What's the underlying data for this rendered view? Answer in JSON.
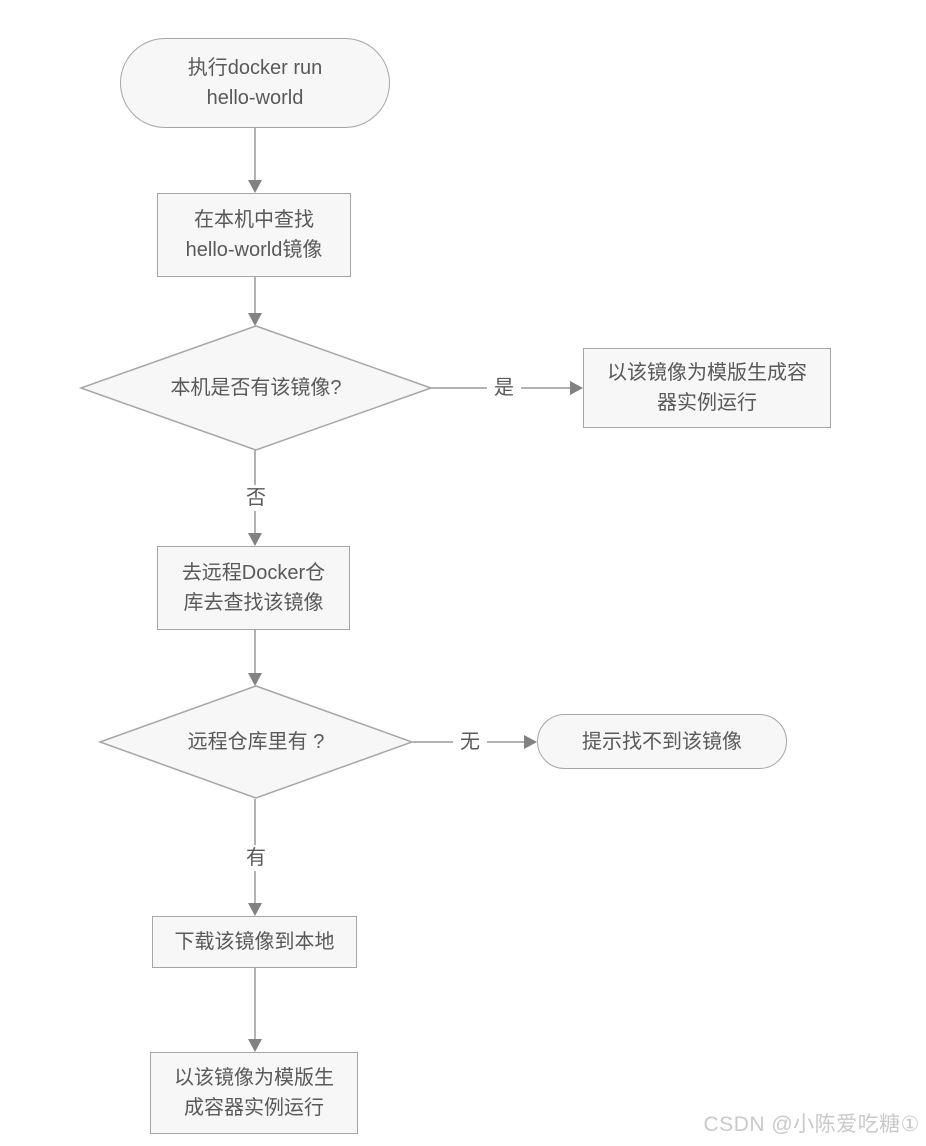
{
  "diagram": {
    "type": "flowchart",
    "nodes": {
      "start": {
        "shape": "stadium",
        "label": "执行docker run\nhello-world"
      },
      "find_local": {
        "shape": "rect",
        "label": "在本机中查找\nhello-world镜像"
      },
      "local_check": {
        "shape": "diamond",
        "label": "本机是否有该镜像?"
      },
      "run_from_image": {
        "shape": "rect",
        "label": "以该镜像为模版生成容\n器实例运行"
      },
      "search_remote": {
        "shape": "rect",
        "label": "去远程Docker仓\n库去查找该镜像"
      },
      "remote_check": {
        "shape": "diamond",
        "label": "远程仓库里有 ?"
      },
      "not_found": {
        "shape": "stadium",
        "label": "提示找不到该镜像"
      },
      "download": {
        "shape": "rect",
        "label": "下载该镜像到本地"
      },
      "run_downloaded": {
        "shape": "rect",
        "label": "以该镜像为模版生\n成容器实例运行"
      }
    },
    "edge_labels": {
      "yes": "是",
      "no": "否",
      "none": "无",
      "has": "有"
    }
  },
  "watermark": "CSDN @小陈爱吃糖①",
  "colors": {
    "node_fill": "#f7f7f7",
    "node_border": "#a6a6a6",
    "text": "#595959",
    "line": "#999999",
    "arrow": "#828282",
    "watermark": "#c9c9c9"
  }
}
